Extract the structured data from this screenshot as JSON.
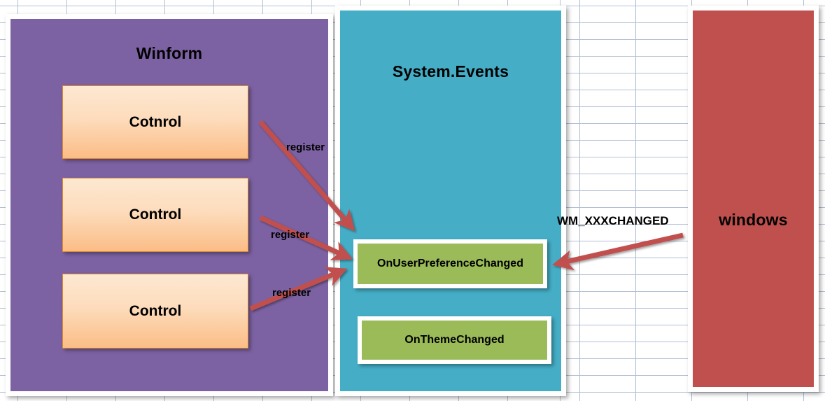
{
  "diagram": {
    "title": "Winform / System.Events / windows event registration diagram",
    "panels": [
      {
        "id": "winform",
        "label": "Winform",
        "color": "#7d62a3"
      },
      {
        "id": "system-events",
        "label": "System.Events",
        "color": "#45aec6"
      },
      {
        "id": "windows",
        "label": "windows",
        "color": "#c0504d"
      }
    ],
    "control_boxes": [
      {
        "label": "Cotnrol"
      },
      {
        "label": "Control"
      },
      {
        "label": "Control"
      }
    ],
    "handler_boxes": [
      {
        "label": "OnUserPreferenceChanged"
      },
      {
        "label": "OnThemeChanged"
      }
    ],
    "edge_labels": [
      {
        "text": "register"
      },
      {
        "text": "register"
      },
      {
        "text": "register"
      },
      {
        "text": "WM_XXXCHANGED"
      }
    ],
    "colors": {
      "purple_panel": "#7d62a3",
      "teal_panel": "#45aec6",
      "red_panel": "#c0504d",
      "green_box": "#9bbb59",
      "orange_box": "#fbbd86",
      "arrow": "#c0504d",
      "grid_line": "#b4c0d4",
      "panel_border": "#ffffff"
    }
  }
}
